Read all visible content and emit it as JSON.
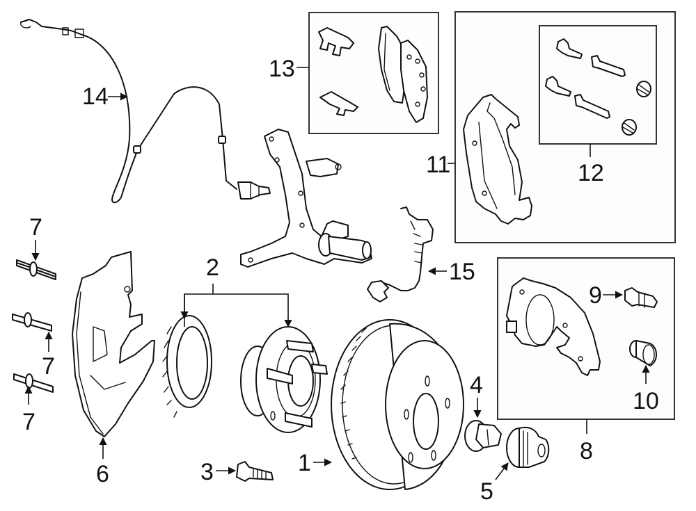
{
  "diagram": {
    "title": "Front brake components exploded view",
    "background": "#ffffff",
    "line_color": "#111111",
    "frame_color": "#333333"
  },
  "callouts": [
    {
      "id": "1",
      "label": "1",
      "part": "brake-rotor"
    },
    {
      "id": "2",
      "label": "2",
      "part": "hub-and-bearing-assembly-and-tone-ring"
    },
    {
      "id": "3",
      "label": "3",
      "part": "hub-bolt"
    },
    {
      "id": "4",
      "label": "4",
      "part": "wheel-lug-nut"
    },
    {
      "id": "5",
      "label": "5",
      "part": "hub-cap"
    },
    {
      "id": "6",
      "label": "6",
      "part": "splash-shield"
    },
    {
      "id": "7a",
      "label": "7",
      "part": "rivet"
    },
    {
      "id": "7b",
      "label": "7",
      "part": "rivet"
    },
    {
      "id": "7c",
      "label": "7",
      "part": "rivet"
    },
    {
      "id": "8",
      "label": "8",
      "part": "caliper-assembly"
    },
    {
      "id": "9",
      "label": "9",
      "part": "bleeder-screw"
    },
    {
      "id": "10",
      "label": "10",
      "part": "bleeder-cap"
    },
    {
      "id": "11",
      "label": "11",
      "part": "caliper-support"
    },
    {
      "id": "12",
      "label": "12",
      "part": "caliper-bolt-kit"
    },
    {
      "id": "13",
      "label": "13",
      "part": "brake-pad-set"
    },
    {
      "id": "14",
      "label": "14",
      "part": "abs-wheel-speed-sensor"
    },
    {
      "id": "15",
      "label": "15",
      "part": "brake-hose"
    }
  ]
}
